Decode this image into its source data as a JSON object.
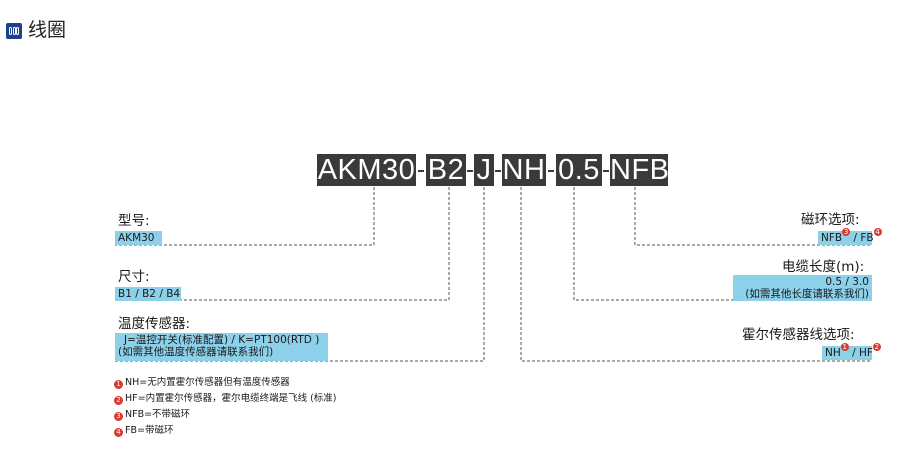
{
  "header": {
    "title": "线圈",
    "icon": "coil-icon"
  },
  "code": {
    "segments": [
      "AKM30",
      "B2",
      "J",
      "NH",
      "0.5",
      "NFB"
    ]
  },
  "left": [
    {
      "label": "型号:",
      "value": "AKM30"
    },
    {
      "label": "尺寸:",
      "value": "B1 / B2 / B4"
    },
    {
      "label": "温度传感器:",
      "value_lines": [
        "J=温控开关(标准配置) /  K=PT100(RTD )",
        "(如需其他温度传感器请联系我们)"
      ]
    }
  ],
  "right": [
    {
      "label": "磁环选项:",
      "value_a": "NFB",
      "sup_a": "3",
      "value_b": " / FB",
      "sup_b": "4"
    },
    {
      "label": "电缆长度(m):",
      "value_lines": [
        "0.5 / 3.0",
        "(如需其他长度请联系我们)"
      ]
    },
    {
      "label": "霍尔传感器线选项:",
      "value_a": "NH",
      "sup_a": "1",
      "value_b": " / HF",
      "sup_b": "2"
    }
  ],
  "notes": [
    {
      "num": "1",
      "text": "NH=无内置霍尔传感器但有温度传感器"
    },
    {
      "num": "2",
      "text": "HF=内置霍尔传感器，霍尔电缆终端是飞线 (标准)"
    },
    {
      "num": "3",
      "text": "NFB=不带磁环"
    },
    {
      "num": "4",
      "text": "FB=带磁环"
    }
  ],
  "colors": {
    "code_bg": "#3a3a3a",
    "value_bg": "#8dd0ea",
    "note_red": "#d83a2e",
    "icon_blue": "#1f3f8f"
  }
}
